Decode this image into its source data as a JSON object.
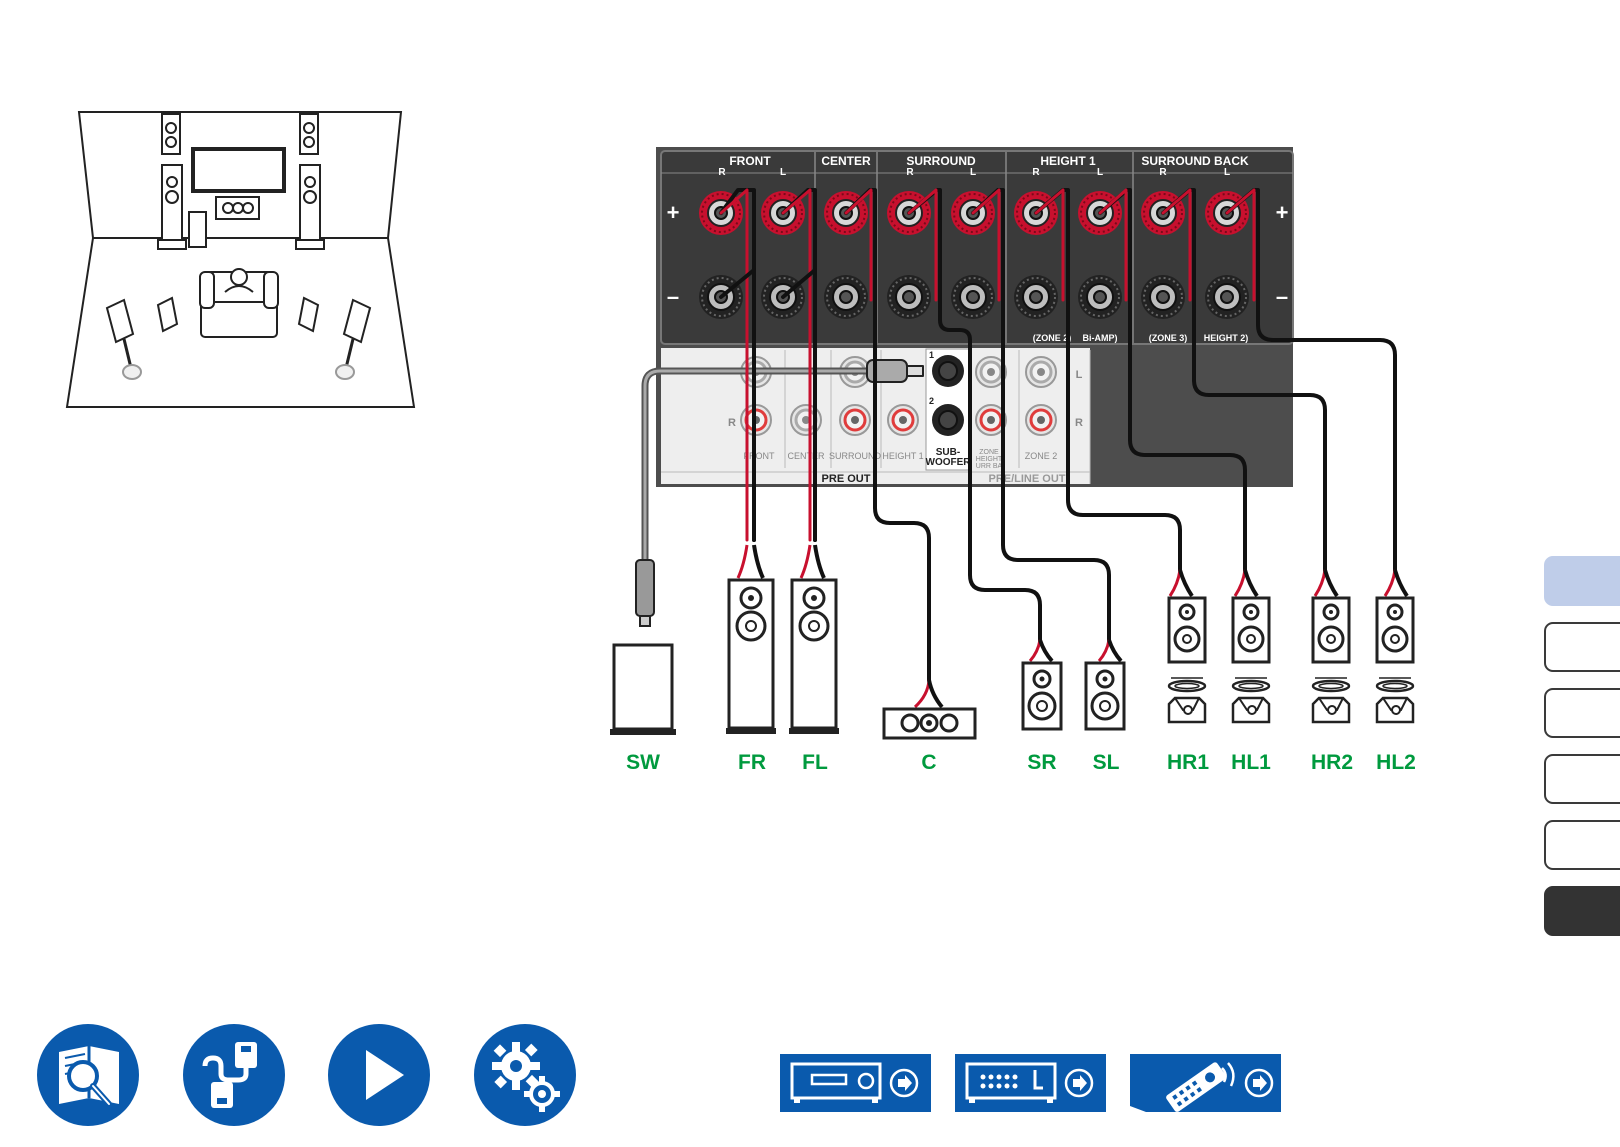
{
  "receiver": {
    "groups": {
      "front": "FRONT",
      "center": "CENTER",
      "surround": "SURROUND",
      "height1": "HEIGHT 1",
      "surround_back": "SURROUND BACK"
    },
    "channel_r": "R",
    "channel_l": "L",
    "plus": "+",
    "minus": "–",
    "zone2_label": "(ZONE 2)",
    "biamp_label": "Bi-AMP)",
    "zone3_label": "(ZONE 3)",
    "height2_label": "HEIGHT 2)",
    "preout": {
      "labels": [
        "FRONT",
        "CENTER",
        "SURROUND",
        "HEIGHT 1"
      ],
      "subwoofer_line1": "SUB-",
      "subwoofer_line2": "WOOFER",
      "sub1": "1",
      "sub2": "2",
      "zone_small1": "ZONE",
      "zone_small2": "HEIGHT",
      "zone_small3": "URR BA",
      "zone2": "ZONE 2",
      "pre_out": "PRE OUT",
      "pre_line_out": "PRE/LINE OUT",
      "l": "L",
      "r": "R"
    }
  },
  "speakers": [
    {
      "id": "SW"
    },
    {
      "id": "FR"
    },
    {
      "id": "FL"
    },
    {
      "id": "C"
    },
    {
      "id": "SR"
    },
    {
      "id": "SL"
    },
    {
      "id": "HR1"
    },
    {
      "id": "HL1"
    },
    {
      "id": "HR2"
    },
    {
      "id": "HL2"
    }
  ],
  "colors": {
    "accent_green": "#009a3e",
    "brand_blue": "#0a5aad",
    "terminal_red": "#c8102e",
    "panel": "#4d4d4d",
    "tab_active": "#bfcde9"
  },
  "side_tabs": [
    "active",
    "empty",
    "empty",
    "empty",
    "empty",
    "dark"
  ],
  "nav_icons": [
    "manual-search-icon",
    "connection-cable-icon",
    "play-icon",
    "settings-gear-icon"
  ],
  "bottom_buttons": [
    "front-panel-icon",
    "rear-panel-icon",
    "remote-control-icon"
  ]
}
